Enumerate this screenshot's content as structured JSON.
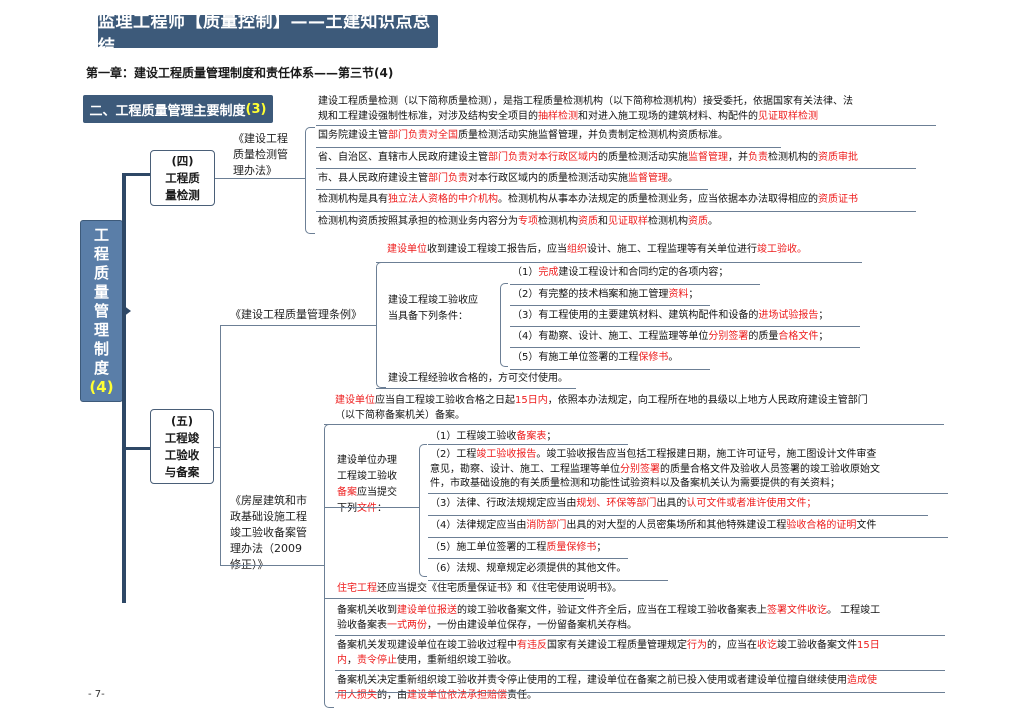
{
  "header": {
    "title": "监理工程师【质量控制】——土建知识点总结",
    "chapter": "第一章：建设工程质量管理制度和责任体系——第三节(4)",
    "section_label": "二、工程质量管理主要制度",
    "section_num": "(3)"
  },
  "root": {
    "chars": [
      "工",
      "程",
      "质",
      "量",
      "管",
      "理",
      "制",
      "度"
    ],
    "num": "(4)"
  },
  "node4": {
    "label_lines": [
      "(四)",
      "工程质",
      "量检测"
    ],
    "law_lines": [
      "《建设工程",
      "质量检测管",
      "理办法》"
    ],
    "items": [
      {
        "segments": [
          {
            "t": "建设工程质量检测（以下简称质量检测），是指工程质量检测机构（以下简称检测机构）接受委托，依据国家有关法律、法"
          },
          {
            "t": "规和工程建设强制性标准，对涉及结构安全项目的",
            "br": true
          },
          {
            "t": "抽样检测",
            "red": true
          },
          {
            "t": "和对进入施工现场的建筑材料、构配件的"
          },
          {
            "t": "见证取样检测",
            "red": true
          }
        ]
      },
      {
        "segments": [
          {
            "t": "国务院建设主管"
          },
          {
            "t": "部门负责对全国",
            "red": true
          },
          {
            "t": "质量检测活动实施监督管理，并负责制定检测机构资质标准。"
          }
        ]
      },
      {
        "segments": [
          {
            "t": "省、自治区、直辖市人民政府建设主管"
          },
          {
            "t": "部门负责对本行政区域内",
            "red": true
          },
          {
            "t": "的质量检测活动实施"
          },
          {
            "t": "监督管理",
            "red": true
          },
          {
            "t": "，并"
          },
          {
            "t": "负责",
            "red": true
          },
          {
            "t": "检测机构的"
          },
          {
            "t": "资质审批",
            "red": true
          }
        ]
      },
      {
        "segments": [
          {
            "t": "市、县人民政府建设主管"
          },
          {
            "t": "部门负责",
            "red": true
          },
          {
            "t": "对本行政区域内的质量检测活动实施"
          },
          {
            "t": "监督管理",
            "red": true
          },
          {
            "t": "。"
          }
        ]
      },
      {
        "segments": [
          {
            "t": "检测机构是具有"
          },
          {
            "t": "独立法人资格的中介机构",
            "red": true
          },
          {
            "t": "。检测机构从事本办法规定的质量检测业务，应当依据本办法取得相应的"
          },
          {
            "t": "资质证书",
            "red": true
          }
        ]
      },
      {
        "segments": [
          {
            "t": "检测机构资质按照其承担的检测业务内容分为"
          },
          {
            "t": "专项",
            "red": true
          },
          {
            "t": "检测机构"
          },
          {
            "t": "资质",
            "red": true
          },
          {
            "t": "和"
          },
          {
            "t": "见证取样",
            "red": true
          },
          {
            "t": "检测机构"
          },
          {
            "t": "资质",
            "red": true
          },
          {
            "t": "。"
          }
        ]
      }
    ]
  },
  "regulation": {
    "law": "《建设工程质量管理条例》",
    "intro": [
      {
        "t": "建设单位",
        "red": true
      },
      {
        "t": "收到建设工程竣工报告后，应当"
      },
      {
        "t": "组织",
        "red": true
      },
      {
        "t": "设计、施工、工程监理等有关单位进行"
      },
      {
        "t": "竣工验收。",
        "red": true
      }
    ],
    "conditions_label_lines": [
      "建设工程竣工验收应",
      "当具备下列条件："
    ],
    "conditions": [
      [
        {
          "t": "（1）"
        },
        {
          "t": "完成",
          "red": true
        },
        {
          "t": "建设工程设计和合同约定的各项内容；"
        }
      ],
      [
        {
          "t": "（2）有完整的技术档案和施工管理"
        },
        {
          "t": "资料",
          "red": true
        },
        {
          "t": "；"
        }
      ],
      [
        {
          "t": "（3）有工程使用的主要建筑材料、建筑构配件和设备的"
        },
        {
          "t": "进场试验报告",
          "red": true
        },
        {
          "t": "；"
        }
      ],
      [
        {
          "t": "（4）有勘察、设计、施工、工程监理等单位"
        },
        {
          "t": "分别签署",
          "red": true
        },
        {
          "t": "的质量"
        },
        {
          "t": "合格文件",
          "red": true
        },
        {
          "t": "；"
        }
      ],
      [
        {
          "t": "（5）有施工单位签署的工程"
        },
        {
          "t": "保修书",
          "red": true
        },
        {
          "t": "。"
        }
      ]
    ],
    "closing": "建设工程经验收合格的，方可交付使用。"
  },
  "node5": {
    "label_lines": [
      "(五)",
      "工程竣",
      "工验收",
      "与备案"
    ],
    "law_lines": [
      "《房屋建筑和市",
      "政基础设施工程",
      "竣工验收备案管",
      "理办法（2009",
      "修正）》"
    ],
    "intro": [
      {
        "t": "建设单位",
        "red": true
      },
      {
        "t": "应当自工程竣工验收合格之日起"
      },
      {
        "t": "15日内",
        "red": true
      },
      {
        "t": "，依照本办法规定，向工程所在地的县级以上地方人民政府建设主管部门"
      },
      {
        "t": "（以下简称备案机关）备案。",
        "br": true
      }
    ],
    "docs_label": [
      {
        "t": "建设单位办理"
      },
      {
        "t": "工程竣工验收",
        "br": true
      },
      {
        "t": "备案",
        "red": true,
        "br": true
      },
      {
        "t": "应当提交"
      },
      {
        "t": "下列",
        "br": true
      },
      {
        "t": "文件",
        "red": true
      },
      {
        "t": "："
      }
    ],
    "documents": [
      [
        {
          "t": "（1）工程竣工验收"
        },
        {
          "t": "备案表",
          "red": true
        },
        {
          "t": "；"
        }
      ],
      [
        {
          "t": "（2）工程"
        },
        {
          "t": "竣工验收报告",
          "red": true
        },
        {
          "t": "。竣工验收报告应当包括工程报建日期，施工许可证号，施工图设计文件审查"
        },
        {
          "t": "意见，勘察、设计、施工、工程监理等单位",
          "br": true
        },
        {
          "t": "分别签署",
          "red": true
        },
        {
          "t": "的质量合格文件及验收人员签署的竣工验收原始文"
        },
        {
          "t": "件，市政基础设施的有关质量检测和功能性试验资料以及备案机关认为需要提供的有关资料；",
          "br": true
        }
      ],
      [
        {
          "t": "（3）法律、行政法规规定应当由"
        },
        {
          "t": "规划、环保等部门",
          "red": true
        },
        {
          "t": "出具的"
        },
        {
          "t": "认可文件或者准许使用文件；",
          "red": true
        }
      ],
      [
        {
          "t": "（4）法律规定应当由"
        },
        {
          "t": "消防部门",
          "red": true
        },
        {
          "t": "出具的对大型的人员密集场所和其他特殊建设工程"
        },
        {
          "t": "验收合格的证明",
          "red": true
        },
        {
          "t": "文件"
        }
      ],
      [
        {
          "t": "（5）施工单位签署的工程"
        },
        {
          "t": "质量保修书",
          "red": true
        },
        {
          "t": "；"
        }
      ],
      [
        {
          "t": "（6）法规、规章规定必须提供的其他文件。"
        }
      ]
    ],
    "residential": [
      {
        "t": "住宅工程",
        "red": true
      },
      {
        "t": "还应当提交《住宅质量保证书》和《住宅使用说明书》。"
      }
    ],
    "records": [
      [
        {
          "t": "备案机关收到"
        },
        {
          "t": "建设单位报送",
          "red": true
        },
        {
          "t": "的竣工验收备案文件，验证文件齐全后，应当在工程竣工验收备案表上"
        },
        {
          "t": "签署文件收讫",
          "red": true
        },
        {
          "t": "。 工程竣工"
        },
        {
          "t": "验收备案表",
          "br": true
        },
        {
          "t": "一式两份",
          "red": true
        },
        {
          "t": "，一份由建设单位保存，一份留备案机关存档。"
        }
      ],
      [
        {
          "t": "备案机关发现建设单位在竣工验收过程中"
        },
        {
          "t": "有违反",
          "red": true
        },
        {
          "t": "国家有关建设工程质量管理规定"
        },
        {
          "t": "行为",
          "red": true
        },
        {
          "t": "的，应当在"
        },
        {
          "t": "收讫",
          "red": true
        },
        {
          "t": "竣工验收备案文件"
        },
        {
          "t": "15日",
          "red": true
        },
        {
          "t": "内",
          "red": true,
          "br": true
        },
        {
          "t": "，"
        },
        {
          "t": "责令停止",
          "red": true
        },
        {
          "t": "使用，重新组织竣工验收。"
        }
      ],
      [
        {
          "t": "备案机关决定重新组织竣工验收并责令停止使用的工程，建设单位在备案之前已投入使用或者建设单位擅自继续使用"
        },
        {
          "t": "造成使",
          "red": true
        },
        {
          "t": "用人损失",
          "red": true,
          "br": true
        },
        {
          "t": "的，由"
        },
        {
          "t": "建设单位依法承担赔偿",
          "red": true
        },
        {
          "t": "责任。"
        }
      ]
    ]
  },
  "footer": {
    "page_number": "- 7-"
  },
  "colors": {
    "banner_bg": "#3d5a7a",
    "root_bg": "#5a7ea8",
    "highlight_red": "#ee1c1c",
    "highlight_yellow": "#ffff33",
    "line": "#6c7f95"
  }
}
